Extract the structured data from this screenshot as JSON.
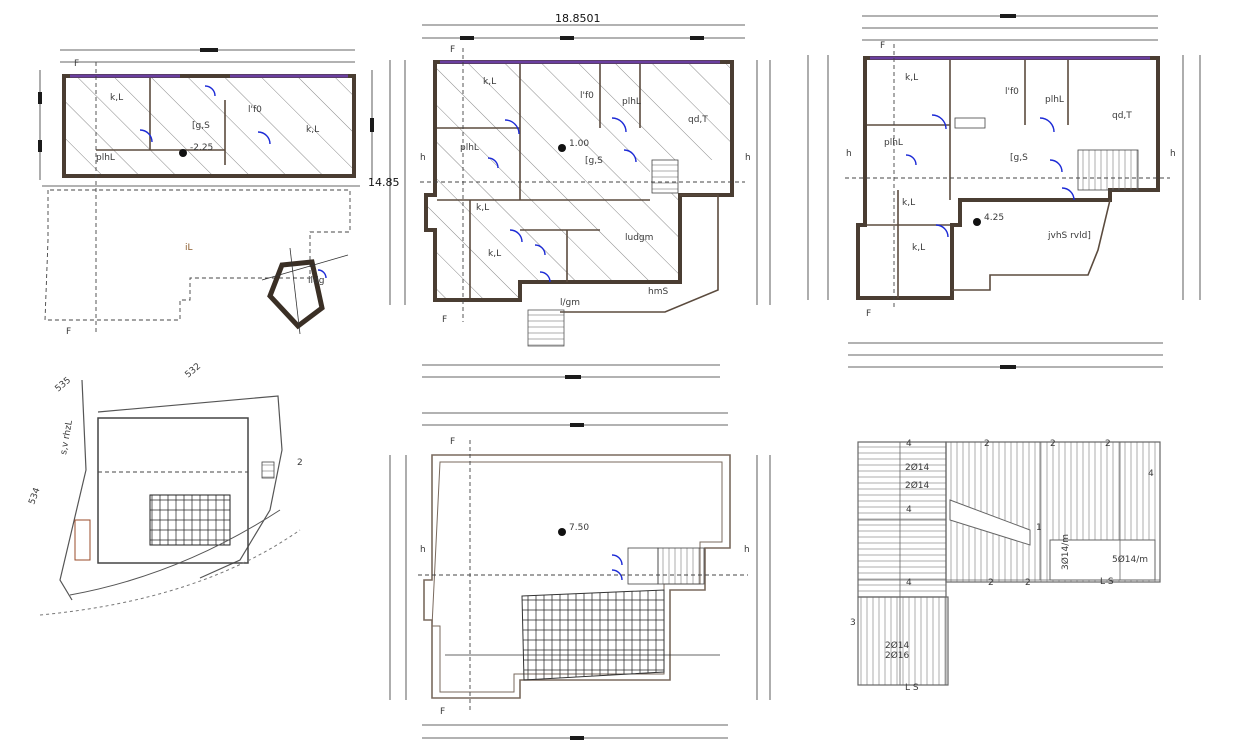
{
  "title": "",
  "dimensions": {
    "overall_width": "18.8501",
    "overall_depth": "14.85"
  },
  "section_marker": "F",
  "height_marker": "h",
  "plan_upper_left": {
    "labels": {
      "room_kl": "k,L",
      "room_l10": "l'f0",
      "room_g_s": "[g,S",
      "room_k_l2": "k,L",
      "room_plhl": "plhL"
    },
    "level": "-2.25",
    "site_label": "iL",
    "stair_label": "ildg"
  },
  "plan_ground": {
    "labels": {
      "room_kl": "k,L",
      "room_l10": "l'f0",
      "room_plhl": "plhL",
      "room_qdt": "qd,T",
      "room_plhl2": "plhL",
      "room_g_s": "[g,S",
      "room_kl2": "k,L",
      "room_kl3": "k,L",
      "room_ludgm": "ludgm",
      "room_hms": "hmS",
      "room_lgm": "l/gm"
    },
    "level": "1.00"
  },
  "plan_first": {
    "labels": {
      "room_kl": "k,L",
      "room_l10": "l'f0",
      "room_plhl": "plhL",
      "room_qdt": "qd,T",
      "room_plhl2": "plhL",
      "room_g_s": "[g,S",
      "room_kl2": "k,L",
      "room_kl3": "k,L",
      "room_balcony": "jvhS rvld]"
    },
    "level": "4.25"
  },
  "site_plan": {
    "plot_numbers": [
      "535",
      "532",
      "534"
    ],
    "road_label": "s,v rhzL",
    "side_label": "2"
  },
  "roof_plan": {
    "level": "7.50"
  },
  "slab_plan": {
    "labels": {
      "a": "2Ø14",
      "b": "2Ø14",
      "c": "5Ø14/m",
      "d": "2Ø14",
      "e": "2Ø16",
      "f": "3Ø14/m",
      "g": "L S",
      "h": "L S"
    },
    "beam_marks": [
      "4",
      "2",
      "2",
      "2",
      "4",
      "4",
      "3",
      "1",
      "4",
      "2",
      "2"
    ]
  },
  "colors": {
    "wall": "#4a3d32",
    "door": "#1d2bd6",
    "window": "#6a3fa0",
    "tick": "#1b1b1b"
  }
}
